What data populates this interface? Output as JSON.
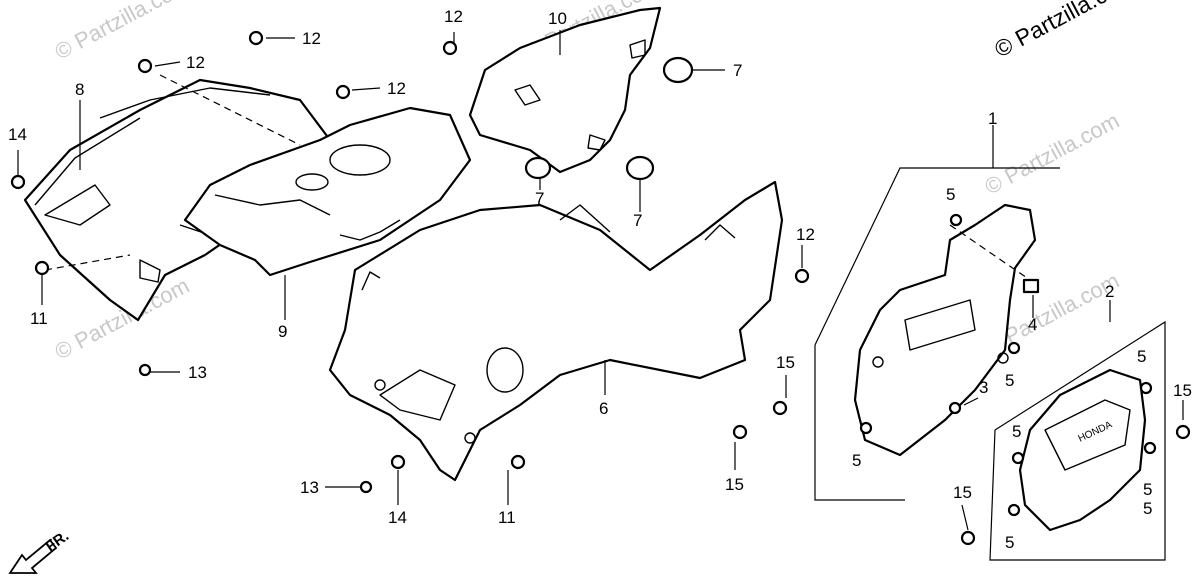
{
  "diagram": {
    "watermark_corner": "© Partzilla.com",
    "watermark_faint": "© Partzilla.com",
    "direction_label": "FR.",
    "emblem_text": "HONDA",
    "callouts": [
      {
        "id": "c-14-left",
        "text": "14"
      },
      {
        "id": "c-8",
        "text": "8"
      },
      {
        "id": "c-12-a",
        "text": "12"
      },
      {
        "id": "c-12-b",
        "text": "12"
      },
      {
        "id": "c-12-c",
        "text": "12"
      },
      {
        "id": "c-12-d",
        "text": "12"
      },
      {
        "id": "c-10",
        "text": "10"
      },
      {
        "id": "c-7-a",
        "text": "7"
      },
      {
        "id": "c-7-b",
        "text": "7"
      },
      {
        "id": "c-7-c",
        "text": "7"
      },
      {
        "id": "c-11-left",
        "text": "11"
      },
      {
        "id": "c-9",
        "text": "9"
      },
      {
        "id": "c-13-left",
        "text": "13"
      },
      {
        "id": "c-12-e",
        "text": "12"
      },
      {
        "id": "c-6",
        "text": "6"
      },
      {
        "id": "c-13-bottom",
        "text": "13"
      },
      {
        "id": "c-14-bottom",
        "text": "14"
      },
      {
        "id": "c-11-bottom",
        "text": "11"
      },
      {
        "id": "c-1",
        "text": "1"
      },
      {
        "id": "c-5-a",
        "text": "5"
      },
      {
        "id": "c-4",
        "text": "4"
      },
      {
        "id": "c-2",
        "text": "2"
      },
      {
        "id": "c-15-a",
        "text": "15"
      },
      {
        "id": "c-5-b",
        "text": "5"
      },
      {
        "id": "c-3",
        "text": "3"
      },
      {
        "id": "c-15-b",
        "text": "15"
      },
      {
        "id": "c-5-c",
        "text": "5"
      },
      {
        "id": "c-5-d",
        "text": "5"
      },
      {
        "id": "c-15-c",
        "text": "15"
      },
      {
        "id": "c-5-e",
        "text": "5"
      },
      {
        "id": "c-5-f",
        "text": "5"
      },
      {
        "id": "c-5-g",
        "text": "5"
      },
      {
        "id": "c-15-d",
        "text": "15"
      },
      {
        "id": "c-5-h",
        "text": "5"
      }
    ]
  }
}
